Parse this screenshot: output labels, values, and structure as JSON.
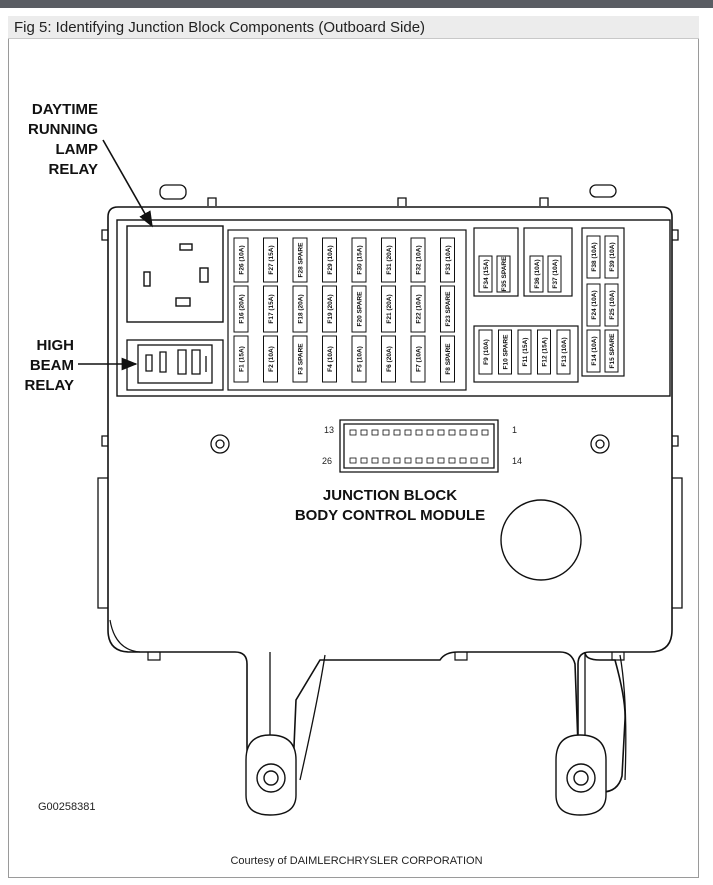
{
  "caption": "Fig 5: Identifying Junction Block Components (Outboard Side)",
  "labels": {
    "drl_relay": [
      "DAYTIME",
      "RUNNING",
      "LAMP",
      "RELAY"
    ],
    "high_beam_relay": [
      "HIGH",
      "BEAM",
      "RELAY"
    ],
    "module": [
      "JUNCTION BLOCK",
      "BODY CONTROL MODULE"
    ]
  },
  "connector": {
    "pin_13": "13",
    "pin_1": "1",
    "pin_26": "26",
    "pin_14": "14"
  },
  "fuses": {
    "left_top": [
      "F26 (10A)",
      "F27 (15A)",
      "F28 SPARE",
      "F29 (10A)",
      "F30 (15A)",
      "F31 (20A)",
      "F32 (10A)",
      "F33 (10A)"
    ],
    "left_mid": [
      "F16 (20A)",
      "F17 (15A)",
      "F18 (20A)",
      "F19 (20A)",
      "F20 SPARE",
      "F21 (20A)",
      "F22 (10A)",
      "F23 SPARE"
    ],
    "left_bot": [
      "F1 (15A)",
      "F2 (10A)",
      "F3 SPARE",
      "F4 (10A)",
      "F5 (10A)",
      "F6 (20A)",
      "F7 (10A)",
      "F8 SPARE"
    ],
    "mid_top_a": [
      "F34 (15A)",
      "F35 SPARE"
    ],
    "mid_top_b": [
      "F36 (10A)",
      "F37 (10A)"
    ],
    "mid_bot": [
      "F9 (10A)",
      "F10 SPARE",
      "F11 (15A)",
      "F12 (15A)",
      "F13 (10A)"
    ],
    "right_top": [
      "F38 (10A)",
      "F39 (10A)"
    ],
    "right_mid": [
      "F24 (10A)",
      "F25 (10A)"
    ],
    "right_bot": [
      "F14 (10A)",
      "F15 SPARE"
    ]
  },
  "figure_id": "G00258381",
  "courtesy": "Courtesy of DAIMLERCHRYSLER CORPORATION"
}
